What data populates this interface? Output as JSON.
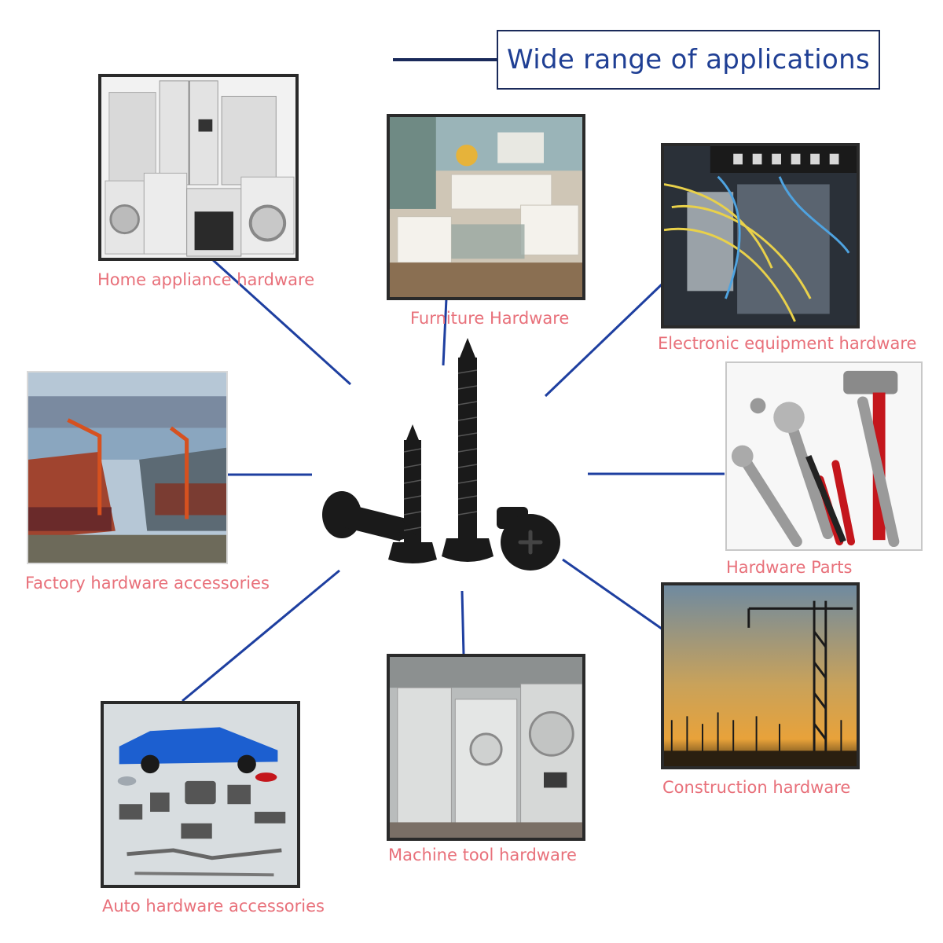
{
  "title": "Wide range of applications",
  "colors": {
    "accent": "#1f3f94",
    "label": "#e8707a",
    "connector": "#1e3fa0",
    "frame": "#2a2a2a"
  },
  "applications": [
    {
      "label": "Home appliance hardware",
      "image": "home-appliances-photo"
    },
    {
      "label": "Furniture Hardware",
      "image": "living-room-furniture-photo"
    },
    {
      "label": "Electronic equipment hardware",
      "image": "server-rack-cables-photo"
    },
    {
      "label": "Factory hardware accessories",
      "image": "shipyard-cranes-photo"
    },
    {
      "label": "Hardware Parts",
      "image": "hand-tools-photo"
    },
    {
      "label": "Construction hardware",
      "image": "construction-crane-sunset-photo"
    },
    {
      "label": "Machine tool hardware",
      "image": "industrial-machines-photo"
    },
    {
      "label": "Auto hardware accessories",
      "image": "car-parts-photo"
    }
  ],
  "center_image": "black-self-tapping-screws"
}
